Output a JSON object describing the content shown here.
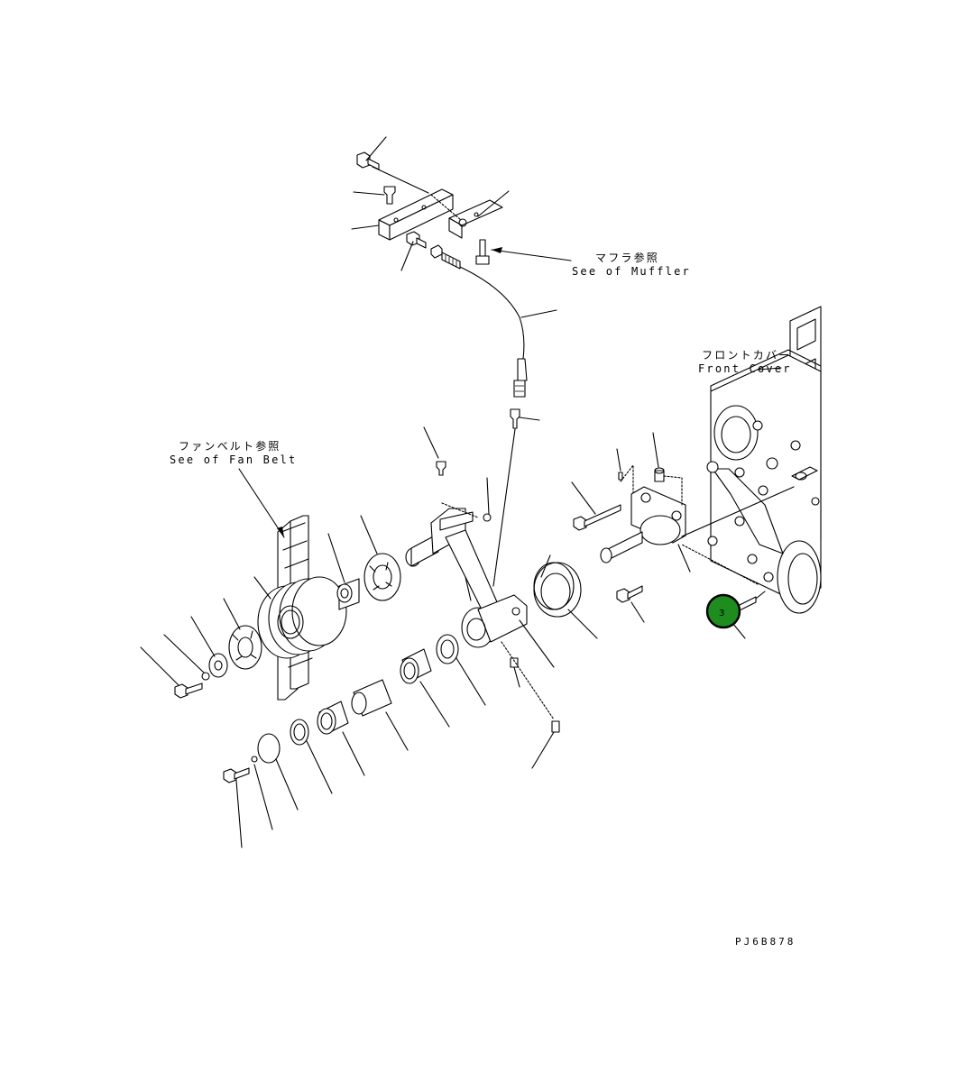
{
  "labels": {
    "muffler_jp": "マフラ参照",
    "muffler_en": "See of Muffler",
    "front_cover_jp": "フロントカバー",
    "front_cover_en": "Front Cover",
    "fan_belt_jp": "ファンベルト参照",
    "fan_belt_en": "See of Fan Belt",
    "drawing_code": "PJ6B878"
  },
  "callout": {
    "number": "3",
    "fill_color": "#1e8c1e",
    "ring_color": "#000000"
  }
}
